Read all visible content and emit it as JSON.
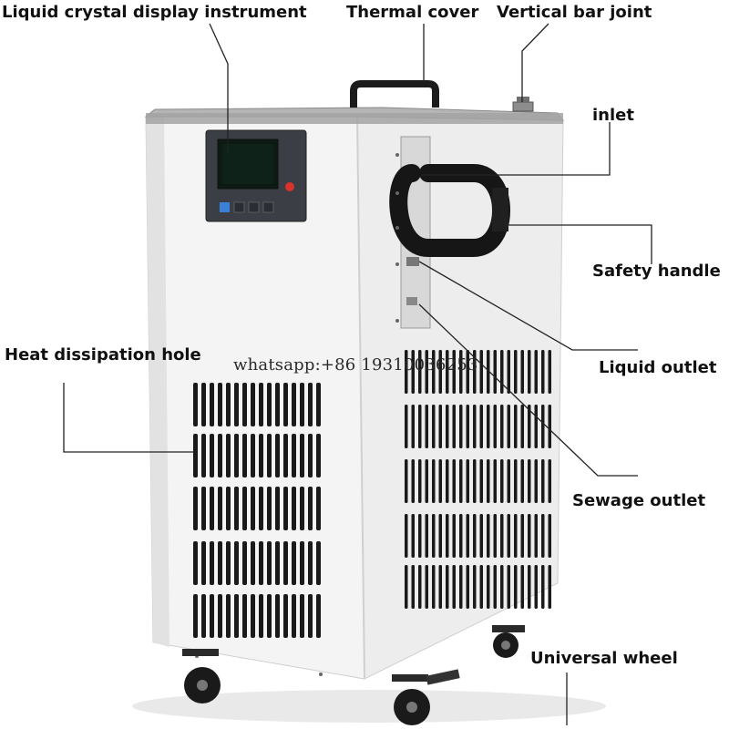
{
  "labels": {
    "lcd": "Liquid crystal display instrument",
    "thermal_cover": "Thermal cover",
    "vertical_bar_joint": "Vertical bar joint",
    "inlet": "inlet",
    "safety_handle": "Safety handle",
    "heat_dissipation_hole": "Heat dissipation hole",
    "liquid_outlet": "Liquid outlet",
    "sewage_outlet": "Sewage outlet",
    "universal_wheel": "Universal wheel"
  },
  "watermark": "whatsapp:+86 19310036253",
  "colors": {
    "body": "#f3f3f3",
    "body_shadow": "#dcdcdc",
    "top_edge": "#9a9a9a",
    "panel": "#3b3f45",
    "lcd": "#0d1a14",
    "vent": "#1a1a1a",
    "hose": "#161616",
    "leader": "#222222",
    "power_button": "#d9322b",
    "blue_button": "#3b7fd6"
  }
}
